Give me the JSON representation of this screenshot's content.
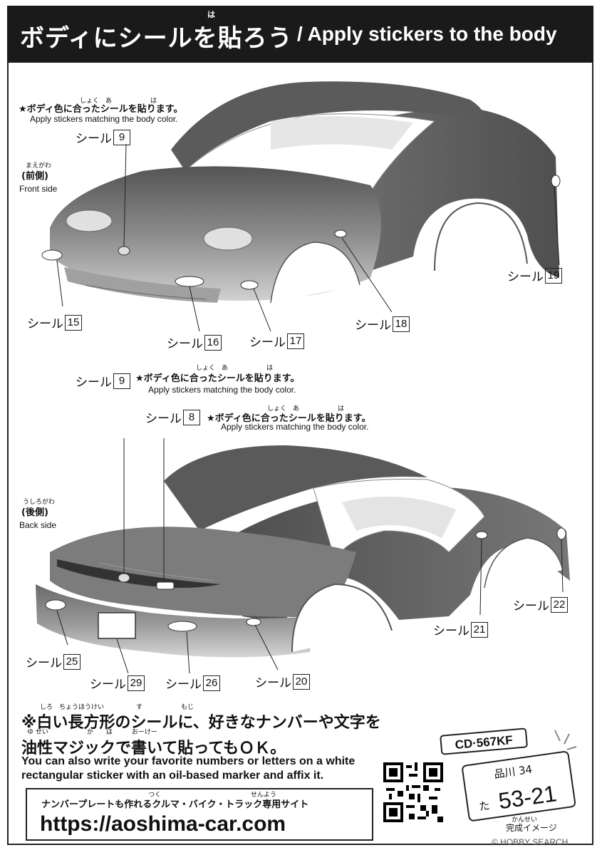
{
  "header": {
    "title_ja": "ボディにシールを貼ろう",
    "title_ruby": "は",
    "title_en": "/ Apply stickers to the body"
  },
  "front": {
    "note_ruby": "しょく　あ　　　　　　は",
    "note_ja": "★ボディ色に合ったシールを貼ります。",
    "note_en": "Apply stickers matching the body color.",
    "side_ruby": "まえがわ",
    "side_ja": "(前側)",
    "side_en": "Front side",
    "labels": [
      {
        "text": "シール",
        "num": "9"
      },
      {
        "text": "シール",
        "num": "15"
      },
      {
        "text": "シール",
        "num": "16"
      },
      {
        "text": "シール",
        "num": "17"
      },
      {
        "text": "シール",
        "num": "18"
      },
      {
        "text": "シール",
        "num": "19"
      }
    ]
  },
  "back": {
    "note1_ruby": "しょく　あ　　　　　　は",
    "note1_ja": "★ボディ色に合ったシールを貼ります。",
    "note1_en": "Apply stickers matching the body color.",
    "note2_ruby": "しょく　あ　　　　　　は",
    "note2_ja": "★ボディ色に合ったシールを貼ります。",
    "note2_en": "Apply stickers matching the body color.",
    "side_ruby": "うしろがわ",
    "side_ja": "(後側)",
    "side_en": "Back side",
    "labels": [
      {
        "text": "シール",
        "num": "9"
      },
      {
        "text": "シール",
        "num": "8"
      },
      {
        "text": "シール",
        "num": "22"
      },
      {
        "text": "シール",
        "num": "21"
      },
      {
        "text": "シール",
        "num": "25"
      },
      {
        "text": "シール",
        "num": "29"
      },
      {
        "text": "シール",
        "num": "26"
      },
      {
        "text": "シール",
        "num": "20"
      }
    ]
  },
  "bottom": {
    "ruby1": "しろ　ちょうほうけい　　　　　す　　　　　　もじ",
    "line1_ja": "※白い長方形のシールに、好きなナンバーや文字を",
    "ruby2": "ゆ せい　　　　　　か　　は　　　おーけー",
    "line2_ja": "油性マジックで書いて貼ってもＯＫ。",
    "line1_en": "You can also write your favorite numbers or letters on a white",
    "line2_en": "rectangular sticker with an oil-based marker and affix it.",
    "site_ruby": "つく　　　　　　　　　　　　　　せんよう",
    "site_label": "ナンバープレートも作れるクルマ・バイク・トラック専用サイト",
    "site_url": "https://aoshima-car.com",
    "plate1": "CD·567KF",
    "plate2_top": "品川 34",
    "plate2_kana": "た",
    "plate2_num": "53-21",
    "finish_ruby": "かんせい",
    "finish_label": "完成イメージ",
    "watermark": "© HOBBY SEARCH"
  },
  "colors": {
    "body_dark": "#6e6e6e",
    "body_light": "#c9c9c9",
    "header_bg": "#1a1a1a"
  }
}
